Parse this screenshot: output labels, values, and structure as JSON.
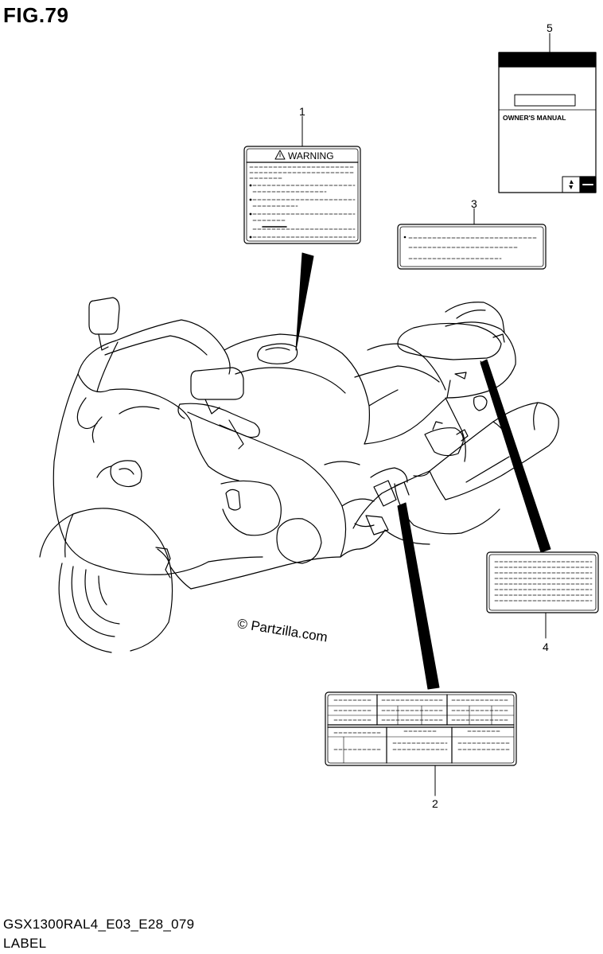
{
  "figure": {
    "title": "FIG.79",
    "code": "GSX1300RAL4_E03_E28_079",
    "section": "LABEL",
    "watermark": "© Partzilla.com"
  },
  "callouts": [
    {
      "id": "1",
      "label": "1"
    },
    {
      "id": "2",
      "label": "2"
    },
    {
      "id": "3",
      "label": "3"
    },
    {
      "id": "4",
      "label": "4"
    },
    {
      "id": "5",
      "label": "5"
    }
  ],
  "labels": {
    "warning": {
      "heading": "WARNING",
      "icon": "warning-triangle-icon"
    },
    "manual": {
      "title": "OWNER'S MANUAL",
      "icon": "suzuki-logo-icon"
    }
  }
}
